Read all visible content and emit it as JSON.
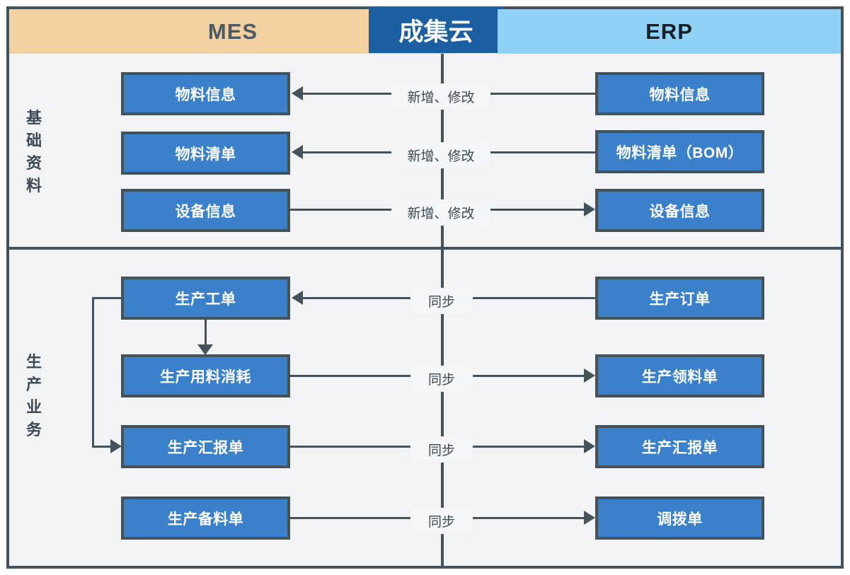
{
  "header": {
    "left_system": "MES",
    "brand": "成集云",
    "right_system": "ERP"
  },
  "sections": [
    {
      "label_chars": [
        "基",
        "础",
        "资",
        "料"
      ],
      "rows": [
        {
          "mes": "物料信息",
          "erp": "物料信息",
          "action": "新增、修改",
          "direction": "erp-to-mes"
        },
        {
          "mes": "物料清单",
          "erp": "物料清单（BOM）",
          "action": "新增、修改",
          "direction": "erp-to-mes"
        },
        {
          "mes": "设备信息",
          "erp": "设备信息",
          "action": "新增、修改",
          "direction": "mes-to-erp"
        }
      ]
    },
    {
      "label_chars": [
        "生",
        "产",
        "业",
        "务"
      ],
      "rows": [
        {
          "mes": "生产工单",
          "erp": "生产订单",
          "action": "同步",
          "direction": "erp-to-mes"
        },
        {
          "mes": "生产用料消耗",
          "erp": "生产领料单",
          "action": "同步",
          "direction": "mes-to-erp"
        },
        {
          "mes": "生产汇报单",
          "erp": "生产汇报单",
          "action": "同步",
          "direction": "mes-to-erp"
        },
        {
          "mes": "生产备料单",
          "erp": "调拨单",
          "action": "同步",
          "direction": "mes-to-erp"
        }
      ]
    }
  ],
  "colors": {
    "mes_header": "#f2d0a0",
    "erp_header": "#90d2f5",
    "brand_banner": "#1b5fa0",
    "node_fill": "#3b80ca",
    "stroke": "#44525c",
    "canvas": "#f1f3f5"
  }
}
